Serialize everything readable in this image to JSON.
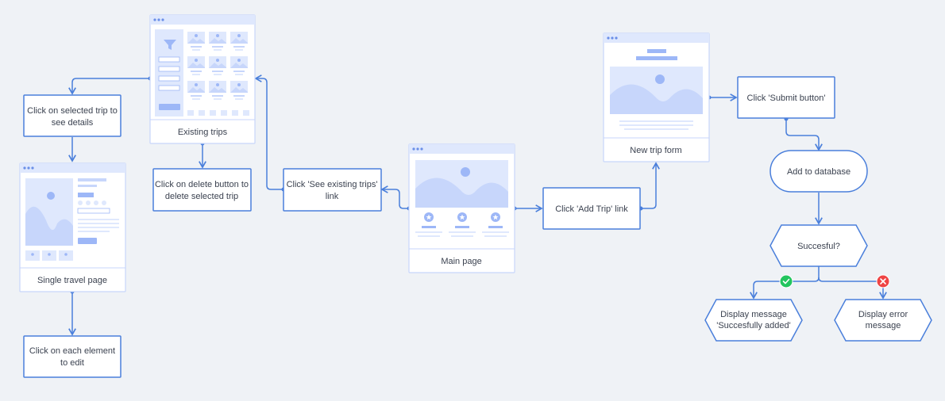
{
  "colors": {
    "background": "#eff2f6",
    "line": "#4a7fdb",
    "mock_fill": "#c7d6fb",
    "mock_light": "#dfe8fd",
    "mock_accent": "#9db7f7",
    "text": "#3b4250",
    "success": "#22c55e",
    "error": "#ef4444"
  },
  "pages": {
    "existing_trips": "Existing trips",
    "single_travel": "Single travel page",
    "main_page": "Main page",
    "new_trip_form": "New trip form"
  },
  "steps": {
    "click_trip_line1": "Click on selected trip to",
    "click_trip_line2": "see details",
    "delete_line1": "Click on delete button to",
    "delete_line2": "delete selected trip",
    "see_existing_line1": "Click 'See existing trips'",
    "see_existing_line2": "link",
    "add_trip": "Click 'Add Trip' link",
    "submit": "Click 'Submit button'",
    "edit_line1": "Click on each element",
    "edit_line2": "to edit",
    "add_db": "Add to database",
    "successful": "Succesful?",
    "msg_ok_line1": "Display message",
    "msg_ok_line2": "'Succesfully added'",
    "msg_err_line1": "Display error",
    "msg_err_line2": "message"
  },
  "icons": {
    "success": "check-icon",
    "error": "x-icon",
    "filter": "funnel-icon",
    "image": "landscape-image-icon",
    "star": "star-icon"
  }
}
